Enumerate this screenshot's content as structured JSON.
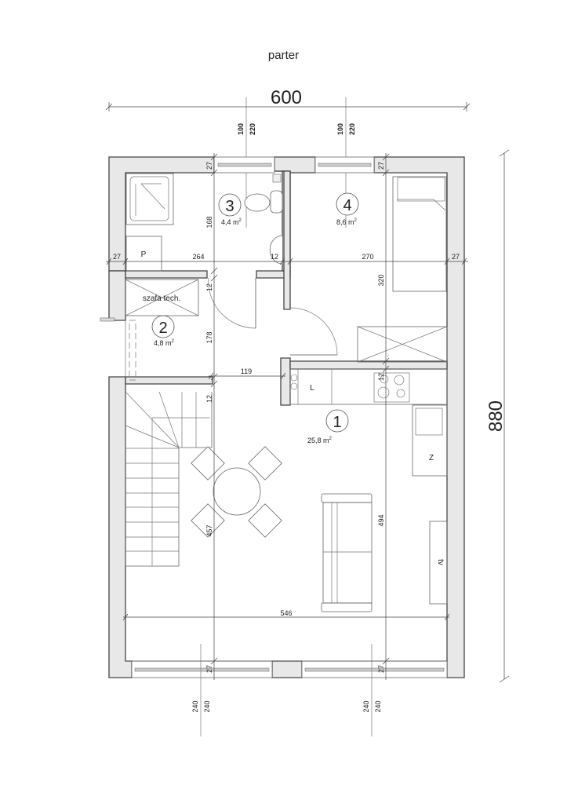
{
  "title": "parter",
  "dimensions": {
    "overall_width": "600",
    "overall_height": "880",
    "window_top_left_a": "100",
    "window_top_left_b": "220",
    "window_top_right_a": "100",
    "window_top_right_b": "220",
    "window_bottom_left_a": "240",
    "window_bottom_left_b": "240",
    "window_bottom_right_a": "240",
    "window_bottom_right_b": "240",
    "wall_top_left": "27",
    "wall_top_right": "27",
    "wall_left": "27",
    "wall_right": "27",
    "wall_bottom_left": "27",
    "wall_bottom_right": "27",
    "bath_width": "264",
    "partition_12_a": "12",
    "bedroom_width": "270",
    "bath_depth": "168",
    "partition_12_b": "12",
    "hall_depth": "178",
    "hall_width": "119",
    "partition_12_c": "12",
    "partition_12_d": "12",
    "bedroom_depth": "320",
    "living_depth_left": "457",
    "living_depth_right": "494",
    "living_width": "546"
  },
  "rooms": [
    {
      "number": "1",
      "area": "25,8 m",
      "sup": "2"
    },
    {
      "number": "2",
      "area": "4,8 m",
      "sup": "2"
    },
    {
      "number": "3",
      "area": "4,4 m",
      "sup": "2"
    },
    {
      "number": "4",
      "area": "8,6 m",
      "sup": "2"
    }
  ],
  "fixtures": {
    "pralka": "P",
    "szafa": "szafa tech.",
    "lodowka": "L",
    "zmywarka": "Z",
    "tv": "tv"
  }
}
